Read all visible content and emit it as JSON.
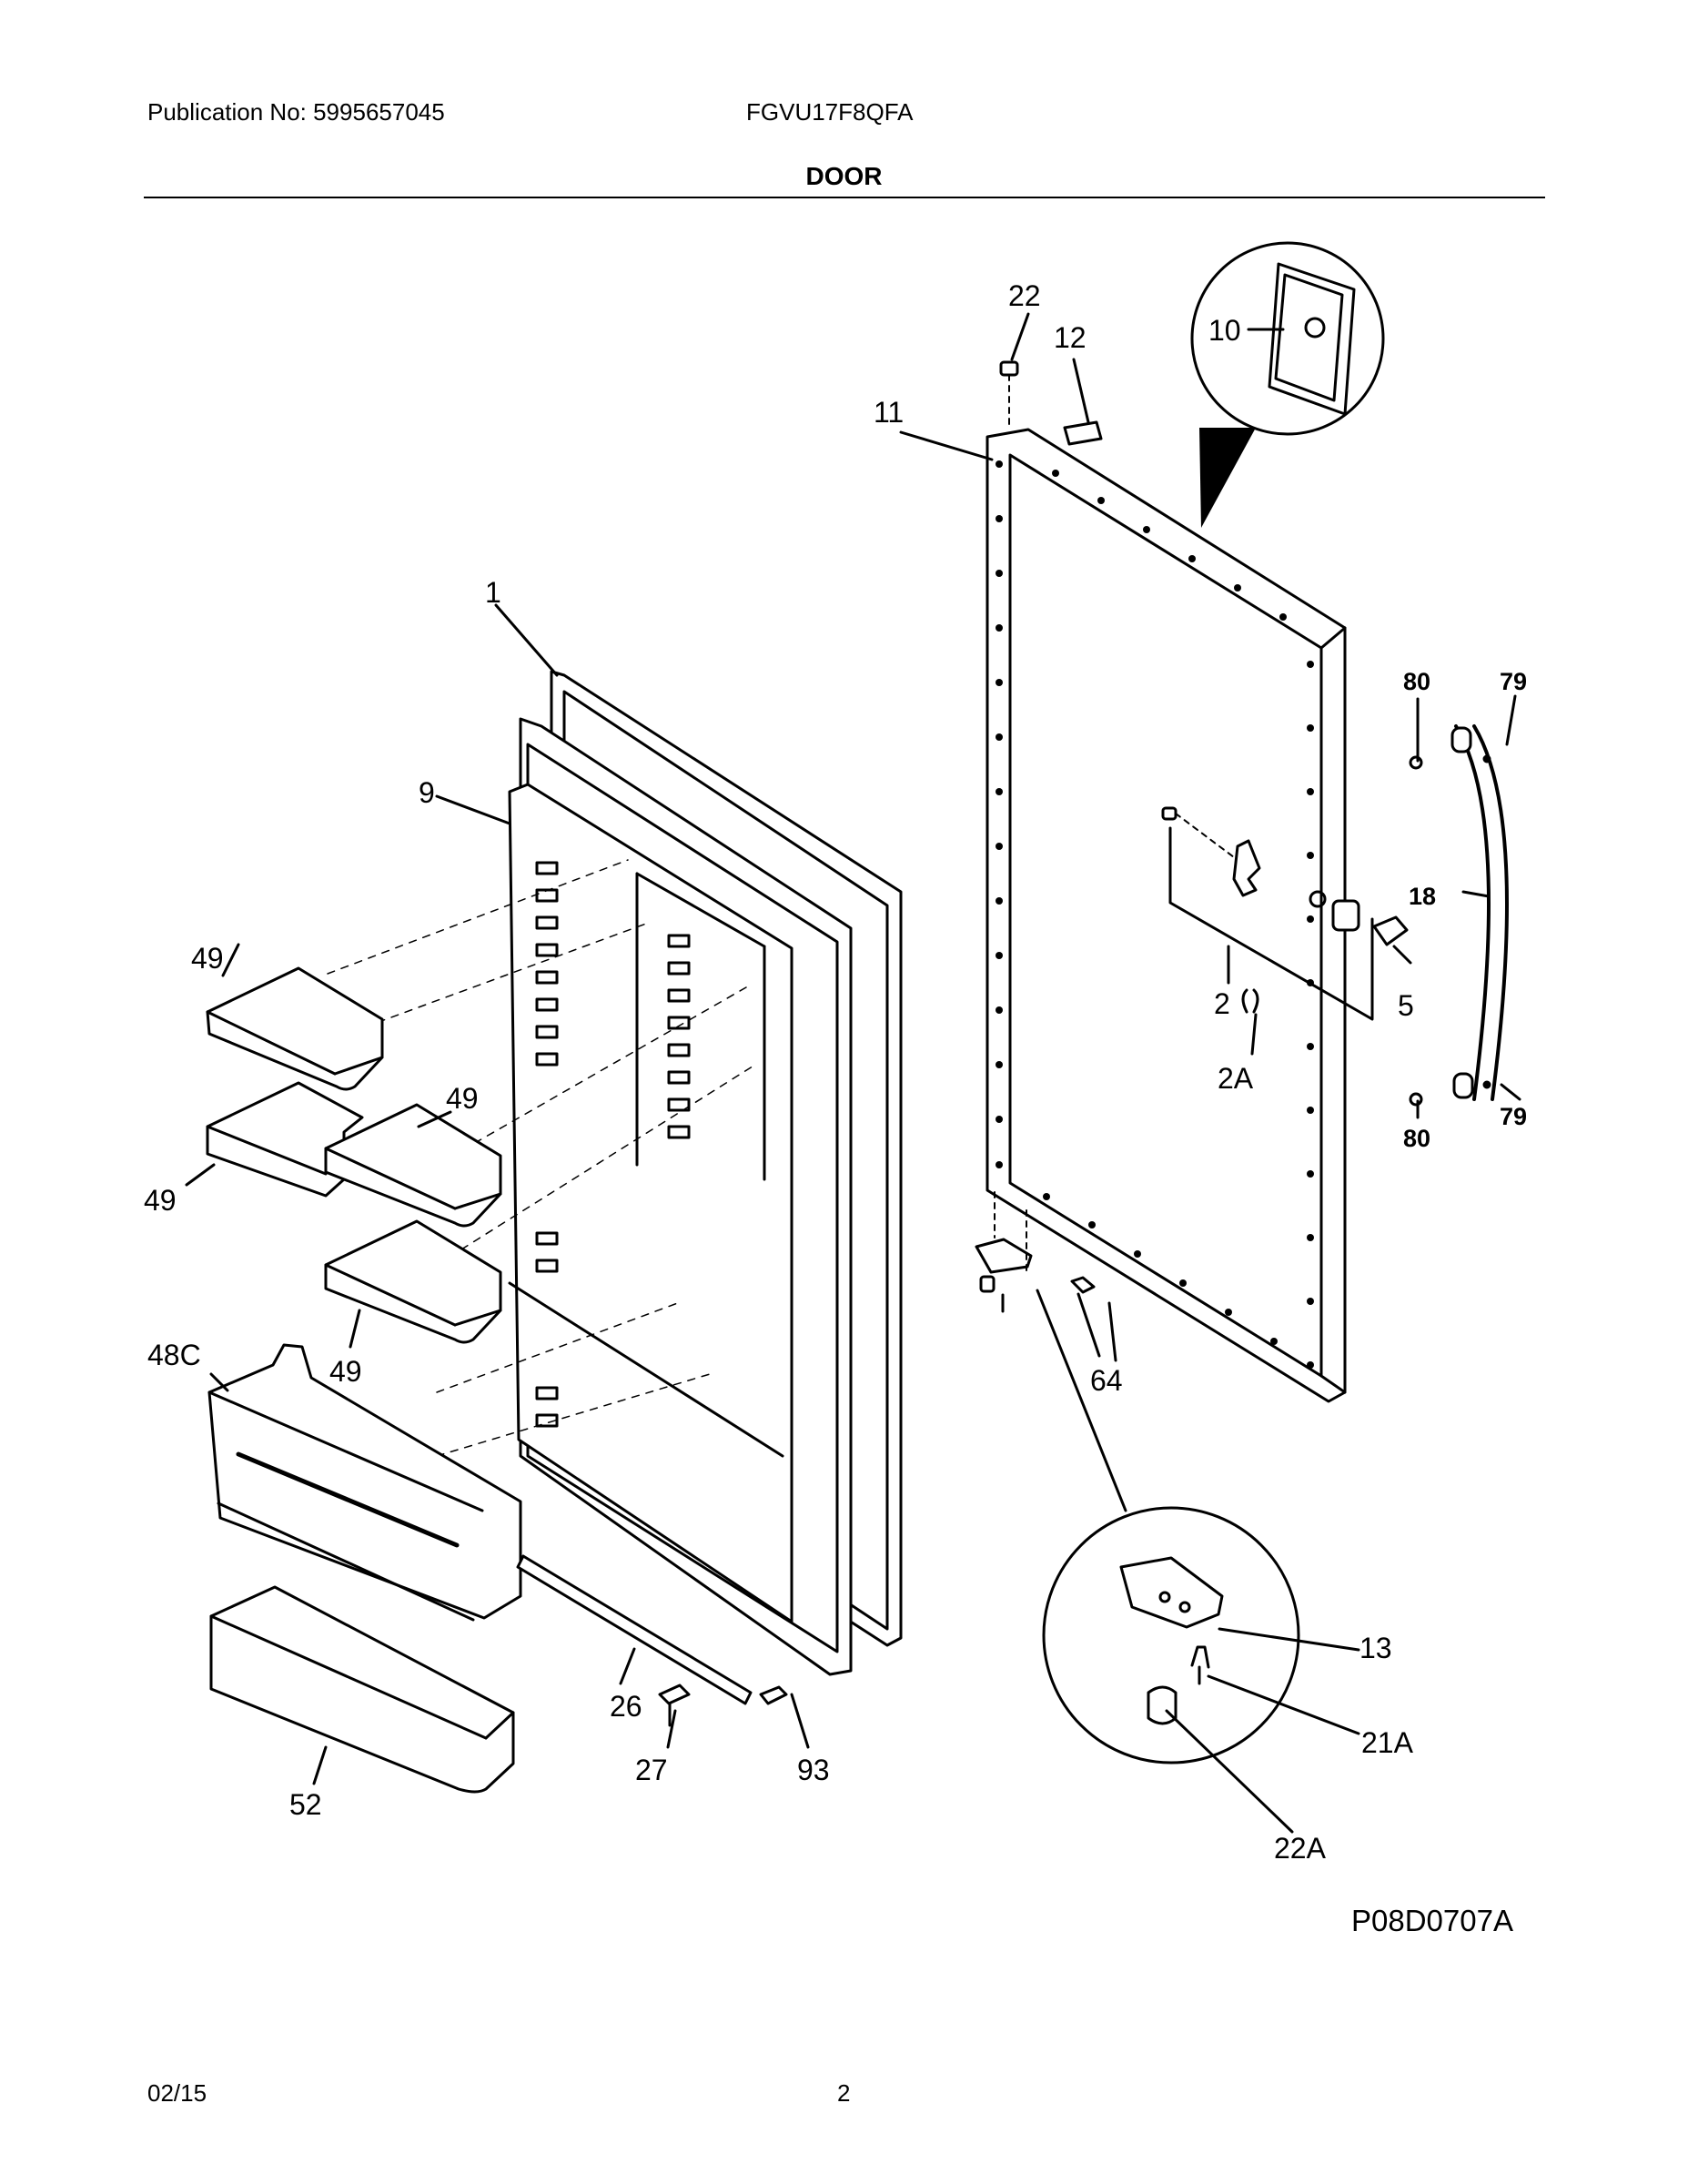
{
  "header": {
    "publication": "Publication No: 5995657045",
    "model": "FGVU17F8QFA",
    "section": "DOOR"
  },
  "drawing_code": "P08D0707A",
  "footer": {
    "date": "02/15",
    "page": "2"
  },
  "part_labels": {
    "p1": "1",
    "p2": "2",
    "p2A": "2A",
    "p5": "5",
    "p9": "9",
    "p10": "10",
    "p11": "11",
    "p12": "12",
    "p13": "13",
    "p18": "18",
    "p21A": "21A",
    "p22": "22",
    "p22A": "22A",
    "p26": "26",
    "p27": "27",
    "p48C": "48C",
    "p49": "49",
    "p52": "52",
    "p64": "64",
    "p79": "79",
    "p80": "80",
    "p93": "93"
  }
}
